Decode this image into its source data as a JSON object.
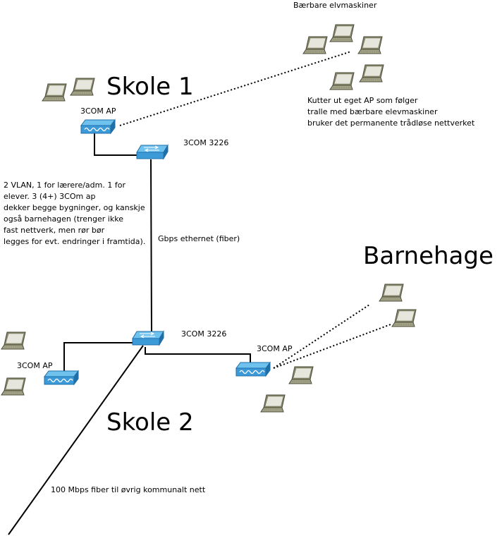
{
  "sites": {
    "skole1": "Skole 1",
    "skole2": "Skole 2",
    "barnehage": "Barnehage"
  },
  "labels": {
    "portable_machines": "Bærbare elvmaskiner",
    "ap_note": "Kutter ut eget AP som følger\ntralle med bærbare elevmaskiner\nbruker det permanente trådløse nettverket",
    "ap_skole1": "3COM AP",
    "switch_skole1": "3COM 3226",
    "vlan_note": "2 VLAN, 1 for lærere/adm. 1 for\nelever. 3 (4+) 3COm ap\ndekker begge bygninger, og kanskje\nogså barnehagen (trenger ikke\nfast nettverk, men rør bør\nlegges for evt. endringer i framtida).",
    "fiber_link": "Gbps ethernet (fiber)",
    "switch_skole2": "3COM 3226",
    "ap_skole2_left": "3COM AP",
    "ap_skole2_right": "3COM AP",
    "uplink": "100 Mbps fiber til øvrig kommunalt nett"
  },
  "icons": [
    "laptop-icon",
    "wireless-ap-icon",
    "network-switch-icon"
  ],
  "colors": {
    "device_blue": "#3d9ad8",
    "device_blue_dark": "#1f6fa8",
    "laptop_body": "#8b8b6f",
    "laptop_screen": "#e6e6dc",
    "line": "#000000"
  }
}
